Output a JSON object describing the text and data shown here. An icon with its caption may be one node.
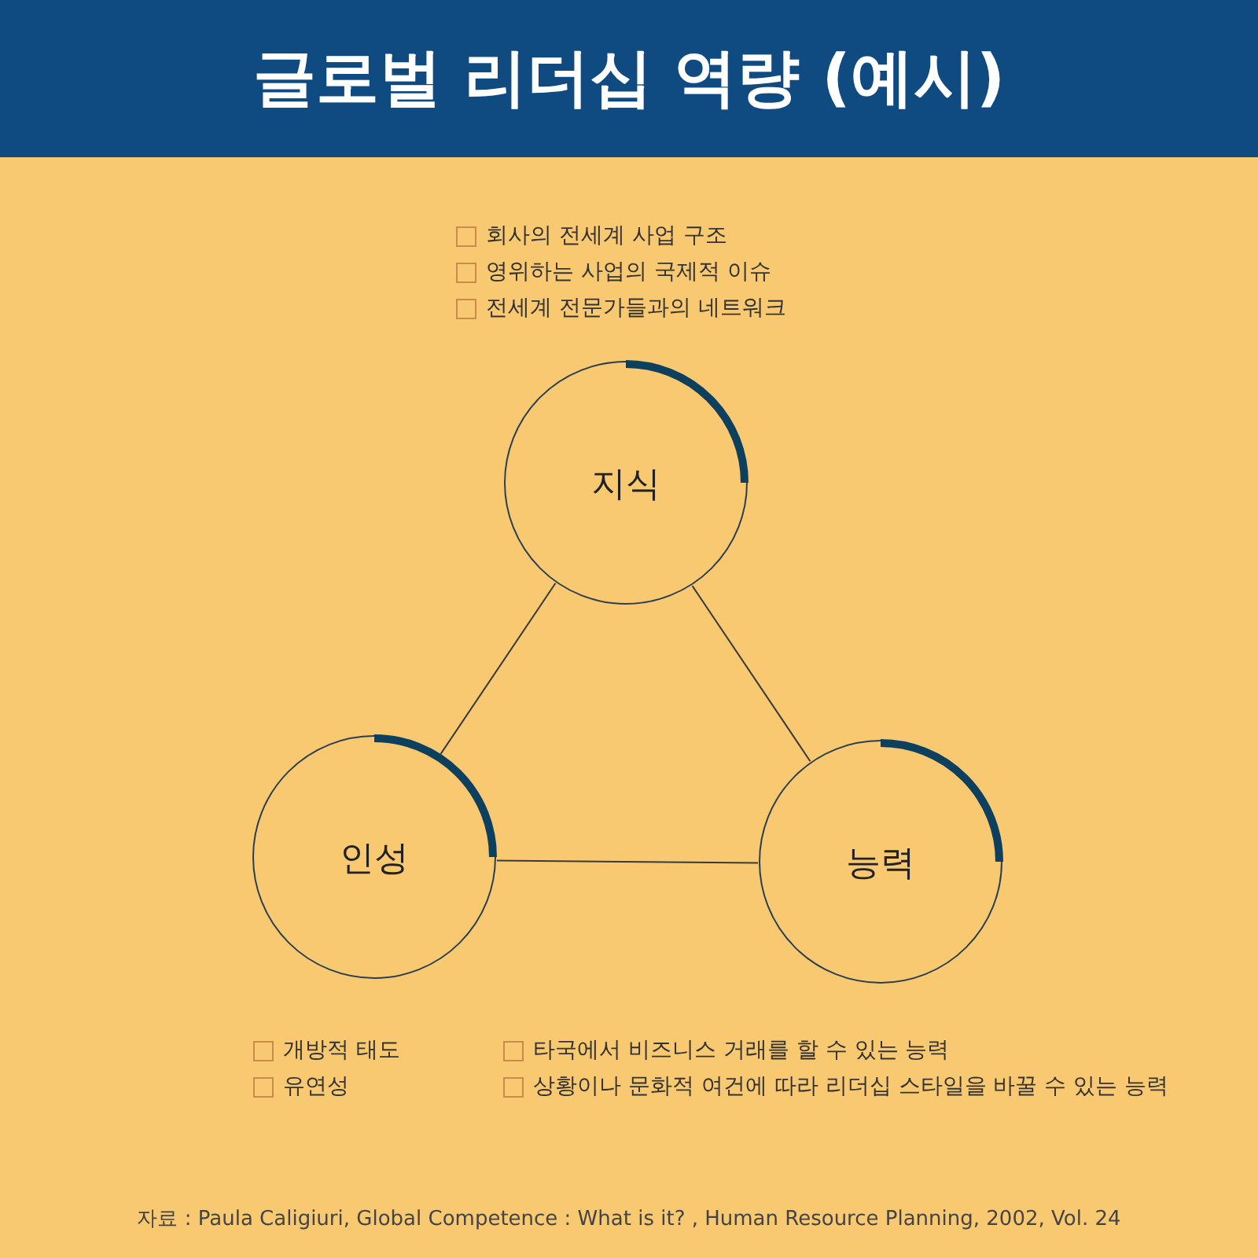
{
  "diagram": {
    "title": "글로벌 리더십 역량 (예시)",
    "caption": "자료 : Paula Caligiuri, Global Competence : What is it? , Human Resource Planning, 2002, Vol. 24",
    "nodes": [
      {
        "text": [
          "지식"
        ],
        "beside": [
          "회사의 전세계 사업 구조",
          "영위하는 사업의 국제적 이슈",
          "전세계 전문가들과의 네트워크"
        ]
      },
      {
        "text": [
          "인성"
        ],
        "beside": [
          "개방적 태도",
          "유연성"
        ]
      },
      {
        "text": [
          "능력"
        ],
        "beside": [
          "타국에서 비즈니스 거래를 할 수 있는 능력",
          "상황이나 문화적 여건에 따라 리더십 스타일을 바꿀 수 있는 능력"
        ]
      }
    ],
    "edges": [
      {
        "from": 0,
        "to": 1,
        "arrow": "none"
      },
      {
        "from": 0,
        "to": 2,
        "arrow": "none"
      },
      {
        "from": 1,
        "to": 2,
        "arrow": "none"
      }
    ]
  }
}
